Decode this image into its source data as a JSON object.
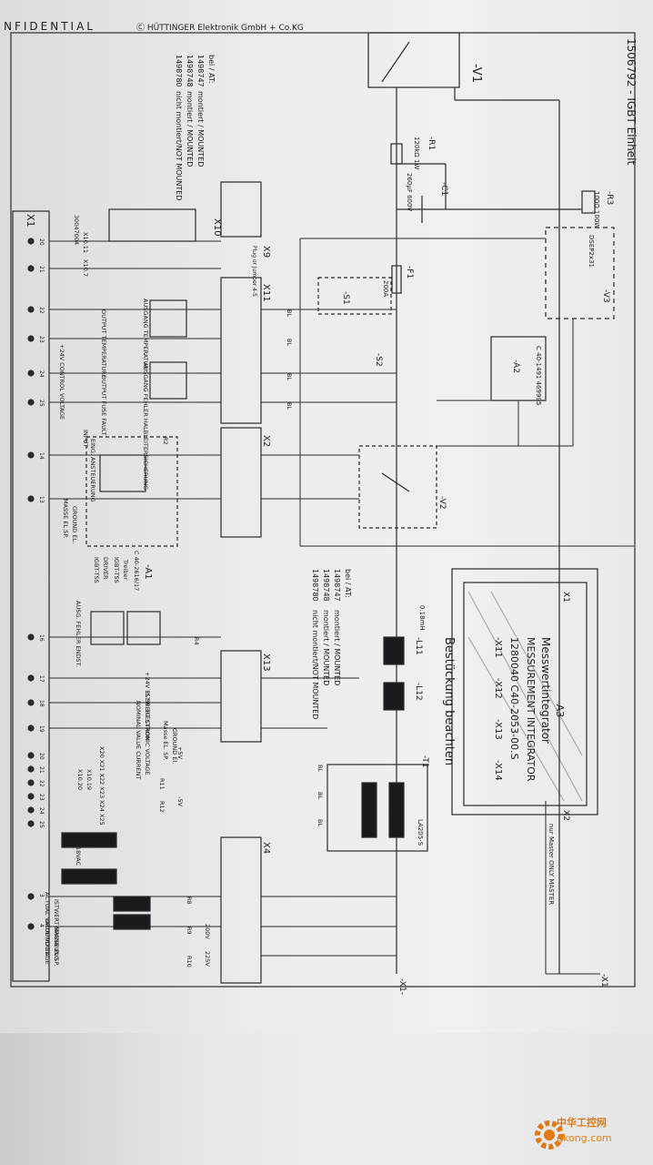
{
  "colors": {
    "ink": "#202024",
    "paper": "#eeeeef",
    "border": "#3a3a40",
    "watermark": "#e07a12"
  },
  "title_block": {
    "confidential": "NFIDENTIAL",
    "copyright": "Ⓒ HÜTTINGER Elektronik GmbH + Co.KG",
    "doc_title": "1506792 - IGBT Einheit"
  },
  "variant_note": {
    "header": "bei / AT:",
    "rows": [
      {
        "code": "1498747",
        "state": "montiert / MOUNTED"
      },
      {
        "code": "1498748",
        "state": "montiert / MOUNTED"
      },
      {
        "code": "1498780",
        "state": "nicht montiert/NOT MOUNTED"
      }
    ]
  },
  "connectors": {
    "x1": "X1",
    "x2": "X2",
    "x4": "X4",
    "x9": "X9",
    "x10": "X10",
    "x11": "X11",
    "x13": "X13",
    "x1_pins": [
      "20",
      "21",
      "22",
      "23",
      "24",
      "25",
      "14",
      "13",
      "16",
      "17",
      "18",
      "19",
      "20",
      "21",
      "22",
      "23",
      "24",
      "25",
      "3",
      "4"
    ],
    "x1_sub": [
      "X10.11",
      "X10.7",
      "X20 X21 X22 X23 X24 X25",
      "X10.19",
      "X10.20"
    ],
    "x1_out": "-X1-",
    "x1_out2": "-X1"
  },
  "components": {
    "v1": "-V1",
    "r3": "-R3",
    "r3_val": "100Ω 100W",
    "r1": "-R1",
    "r1_val": "120kΩ 1W",
    "c1": "-C1",
    "c1_val": "260µF 600V",
    "v3": "-V3",
    "v3_part": "DSEP2x31",
    "f1": "-F1",
    "f1_val": "200A",
    "s1": "-S1",
    "s2": "-S2",
    "a2": "-A2",
    "a2_part": "C 40-1491 469995",
    "v2": "-V2",
    "l11": "-L11",
    "l12": "-L12",
    "l_val": "0.18mH",
    "t1": "-T1",
    "t1_part": "LA205-S",
    "a1": "-A1",
    "a1_part": "C 40-2616/17",
    "a1_desc": [
      "Treiber",
      "IGBT-TSS",
      "DRIVER",
      "IGBT-TSS"
    ],
    "a3": "-A3",
    "a3_desc": [
      "Messwertintegrator",
      "MESSUREMENT INTEGRATOR",
      "1280040 C40-2053-00.S"
    ],
    "a3_pins": [
      "-X11",
      "-X12",
      "-X13",
      "-X14"
    ],
    "a3_note": "nur Master ONLY MASTER",
    "r2": "R2",
    "r4": "R4",
    "r8": "R8",
    "r9": "R9",
    "r10": "R10",
    "r11": "R11",
    "r12": "R12"
  },
  "labels": {
    "ausgang_temp": "AUSGANG TEMPERATUR",
    "output_temp": "OUTPUT TEMPERATURE",
    "control_voltage": "+24V CONTROL VOLTAGE",
    "ausgang_fehler": "AUSGANG FEHLER HALBLEITERSICHERUNG",
    "output_fuse": "OUTPUT FUSE FAULT",
    "input": "INPUT",
    "eing": "EING. ANSTEUERUNG",
    "masse": "MASSE EL.SP.",
    "ground": "GROUND EL.",
    "ausg_fehler_ende": "AUSG. FEHLER ENDST.",
    "electronic_voltage": "+24V EL.SP. ELECTRONIC VOLTAGE",
    "istwert_strom": "ISTWERT STROM",
    "nominal_current": "NOMINAL VALUE CURRENT",
    "masse2": "Masse EL. SP.",
    "ground2": "GROUND El.",
    "actual_voltage": "ACTUAL VALUE VOLTAGE",
    "istwert_spannung": "ISTWERT SPANNUNG",
    "ground3": "GROUND EL.",
    "masse3": "MASSE EL.SP.",
    "v200": "200V",
    "v225": "225V",
    "vac18": "18VAC",
    "plus5v": "+5V",
    "minus5v": "-5V",
    "bestueckung": "Bestückung beachten",
    "plug": "Plug or Jumper 4-5",
    "bl": "BL",
    "num": "30047004"
  },
  "watermark": {
    "cn": "中华工控网",
    "url": "gkong.com"
  }
}
